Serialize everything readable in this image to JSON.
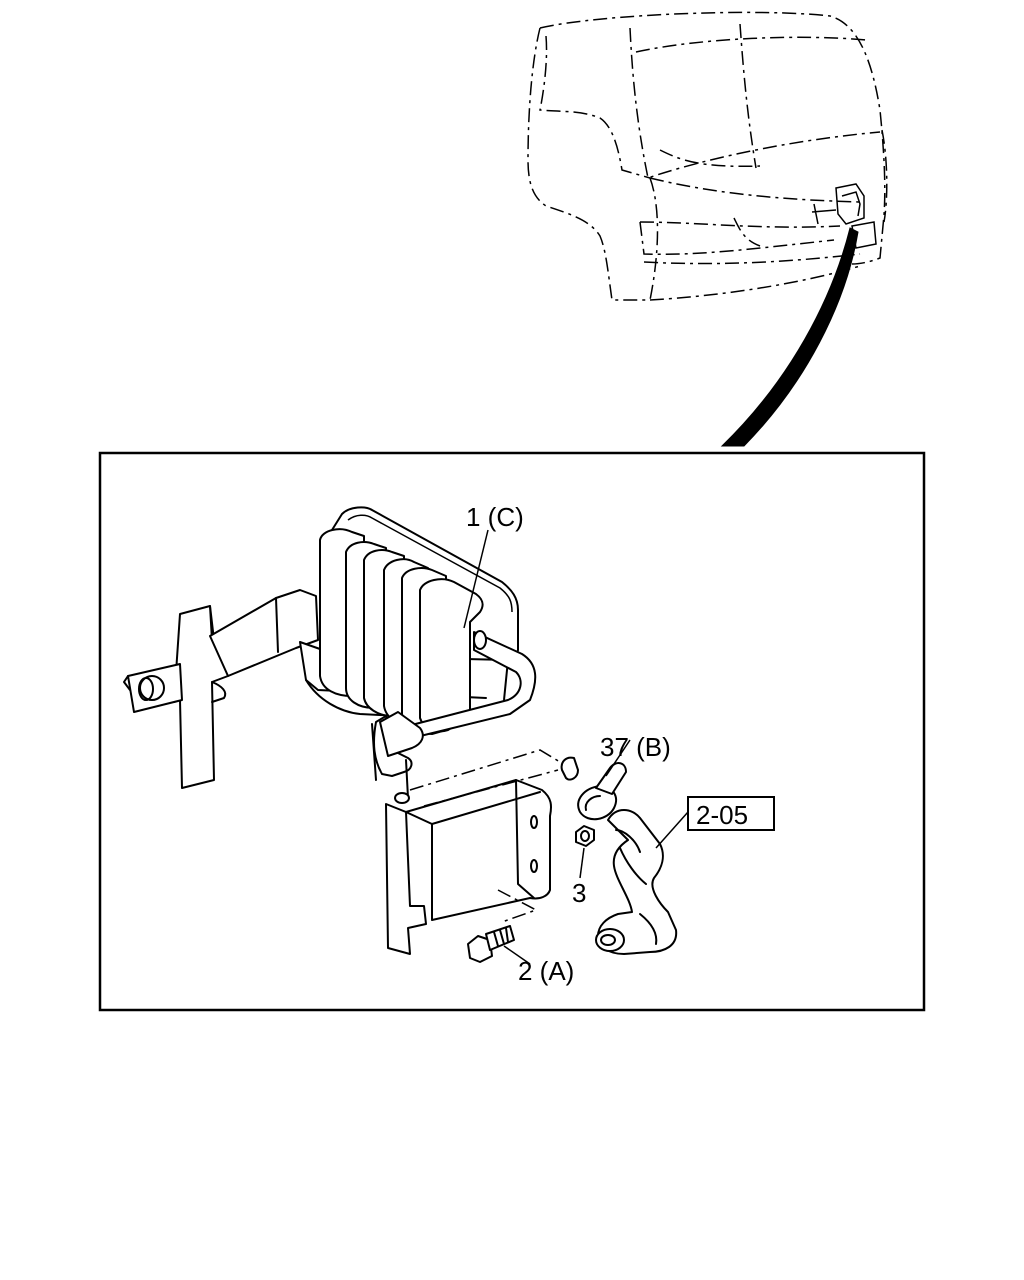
{
  "diagram": {
    "callouts": [
      {
        "id": "part-1",
        "label": "1 (C)"
      },
      {
        "id": "part-37",
        "label": "37 (B)"
      },
      {
        "id": "part-2-05",
        "label": "2-05",
        "boxed": true
      },
      {
        "id": "part-3",
        "label": "3"
      },
      {
        "id": "part-2",
        "label": "2 (A)"
      }
    ]
  }
}
